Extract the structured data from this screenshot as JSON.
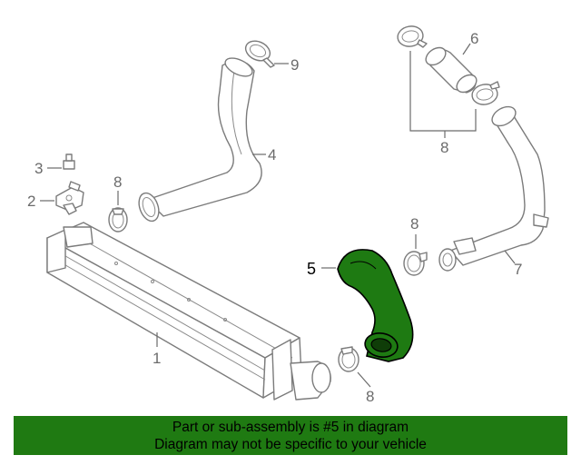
{
  "callouts": {
    "c1": "1",
    "c2": "2",
    "c3": "3",
    "c4": "4",
    "c5": "5",
    "c6": "6",
    "c7": "7",
    "c8a": "8",
    "c8b": "8",
    "c8c": "8",
    "c8d": "8",
    "c9": "9"
  },
  "highlight_part": "5",
  "colors": {
    "highlight": "#1e7a12",
    "banner": "#1f7a12",
    "line_art": "#7b7b7b"
  },
  "banner": {
    "line1": "Part or sub-assembly is #5 in diagram",
    "line2": "Diagram may not be specific to your vehicle"
  }
}
